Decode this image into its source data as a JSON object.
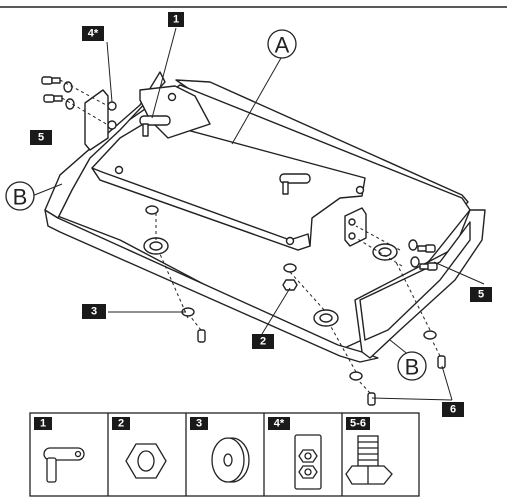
{
  "assembly": {
    "part_a": "A",
    "part_b_left": "B",
    "part_b_right": "B"
  },
  "callouts": {
    "c1": "1",
    "c4": "4*",
    "c5_left": "5",
    "c5_right": "5",
    "c3": "3",
    "c2": "2",
    "c6": "6"
  },
  "legend": [
    {
      "label": "1",
      "icon": "pin-icon"
    },
    {
      "label": "2",
      "icon": "hex-nut-icon"
    },
    {
      "label": "3",
      "icon": "washer-icon"
    },
    {
      "label": "4*",
      "icon": "bracket-plate-icon"
    },
    {
      "label": "5-6",
      "icon": "hex-bolt-icon"
    }
  ],
  "colors": {
    "line": "#222222",
    "label_bg": "#1a1a1a",
    "label_fg": "#ffffff",
    "fill": "#ffffff"
  }
}
